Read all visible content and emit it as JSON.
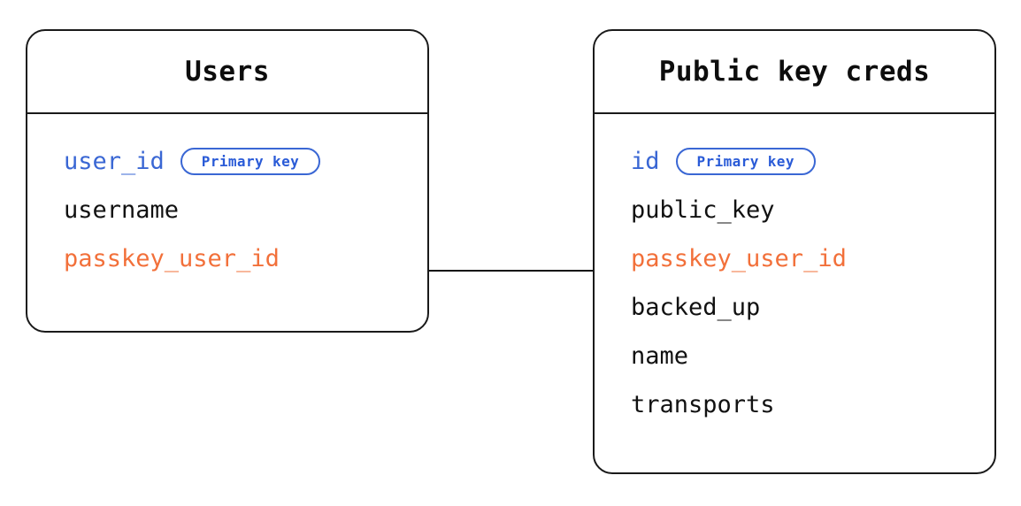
{
  "diagram": {
    "type": "entity-relationship",
    "background_color": "#ffffff",
    "colors": {
      "border": "#1a1a1a",
      "text": "#111111",
      "primary_key": "#3A67D4",
      "foreign_key": "#F2703A",
      "badge_border": "#3A67D4",
      "badge_text": "#2A5BD7",
      "connector": "#111111"
    },
    "entities": [
      {
        "id": "users",
        "title": "Users",
        "fields": [
          {
            "name": "user_id",
            "role": "pk",
            "badge": "Primary key"
          },
          {
            "name": "username",
            "role": "normal",
            "badge": null
          },
          {
            "name": "passkey_user_id",
            "role": "fk",
            "badge": null
          }
        ]
      },
      {
        "id": "public-key-creds",
        "title": "Public key creds",
        "fields": [
          {
            "name": "id",
            "role": "pk",
            "badge": "Primary key"
          },
          {
            "name": "public_key",
            "role": "normal",
            "badge": null
          },
          {
            "name": "passkey_user_id",
            "role": "fk",
            "badge": null
          },
          {
            "name": "backed_up",
            "role": "normal",
            "badge": null
          },
          {
            "name": "name",
            "role": "normal",
            "badge": null
          },
          {
            "name": "transports",
            "role": "normal",
            "badge": null
          }
        ]
      }
    ],
    "relationships": [
      {
        "from": "users.passkey_user_id",
        "to": "public-key-creds.passkey_user_id"
      }
    ]
  }
}
